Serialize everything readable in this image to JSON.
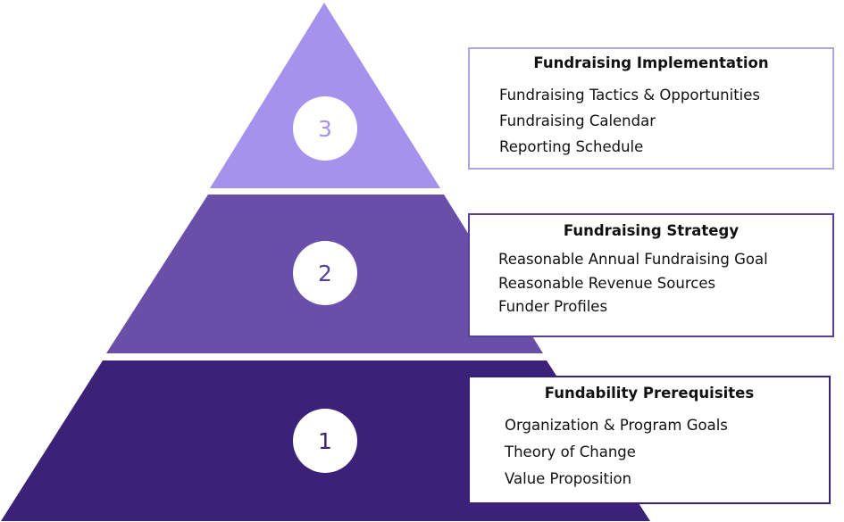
{
  "colors": {
    "tier3": "#a592ec",
    "tier2": "#6a4fa8",
    "tier1": "#3b2178",
    "panel3_border": "#b0a3e0",
    "panel2_border": "#5a3f9a",
    "panel1_border": "#3b2178"
  },
  "tiers": [
    {
      "number": "3",
      "title": "Fundraising Implementation",
      "items": [
        "Fundraising Tactics & Opportunities",
        "Fundraising Calendar",
        "Reporting Schedule"
      ]
    },
    {
      "number": "2",
      "title": "Fundraising Strategy",
      "items": [
        "Reasonable Annual Fundraising Goal",
        "Reasonable Revenue Sources",
        "Funder Profiles"
      ]
    },
    {
      "number": "1",
      "title": "Fundability Prerequisites",
      "items": [
        "Organization & Program Goals",
        "Theory of Change",
        "Value Proposition"
      ]
    }
  ]
}
